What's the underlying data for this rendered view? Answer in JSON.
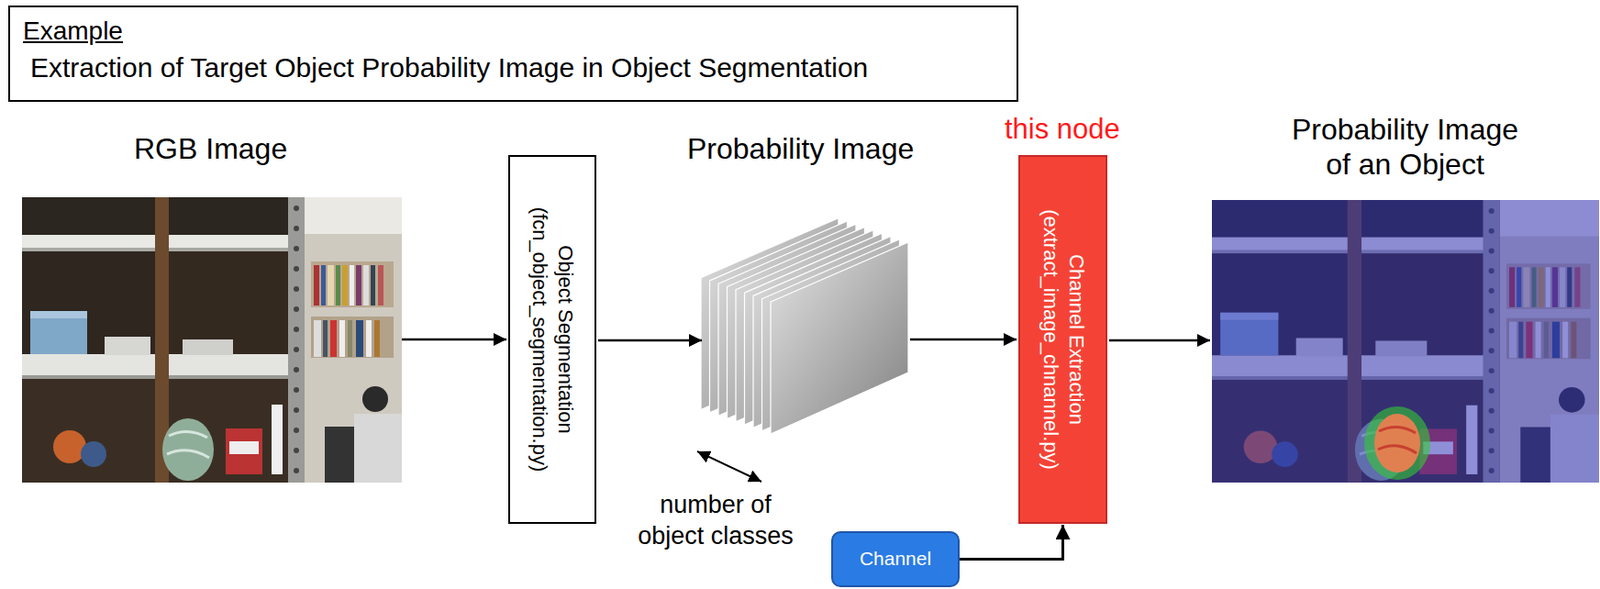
{
  "diagram": {
    "nodes": [
      {
        "text": [
          "Example",
          "Extraction of Target Object Probability Image in Object Segmentation"
        ]
      },
      {
        "text": [
          "Object Segmentation",
          "(fcn_object_segmentation.py)"
        ]
      },
      {
        "text": [
          "Channel Extraction",
          "(extract_image_chnannel.py)"
        ]
      },
      {
        "text": [
          "Channel"
        ]
      }
    ],
    "edges": [
      {
        "from": 3,
        "to": 2,
        "arrow": "to"
      }
    ],
    "labels": [
      "RGB Image",
      "Probability Image",
      "this node",
      "Probability Image of an Object",
      "number of object classes"
    ]
  }
}
